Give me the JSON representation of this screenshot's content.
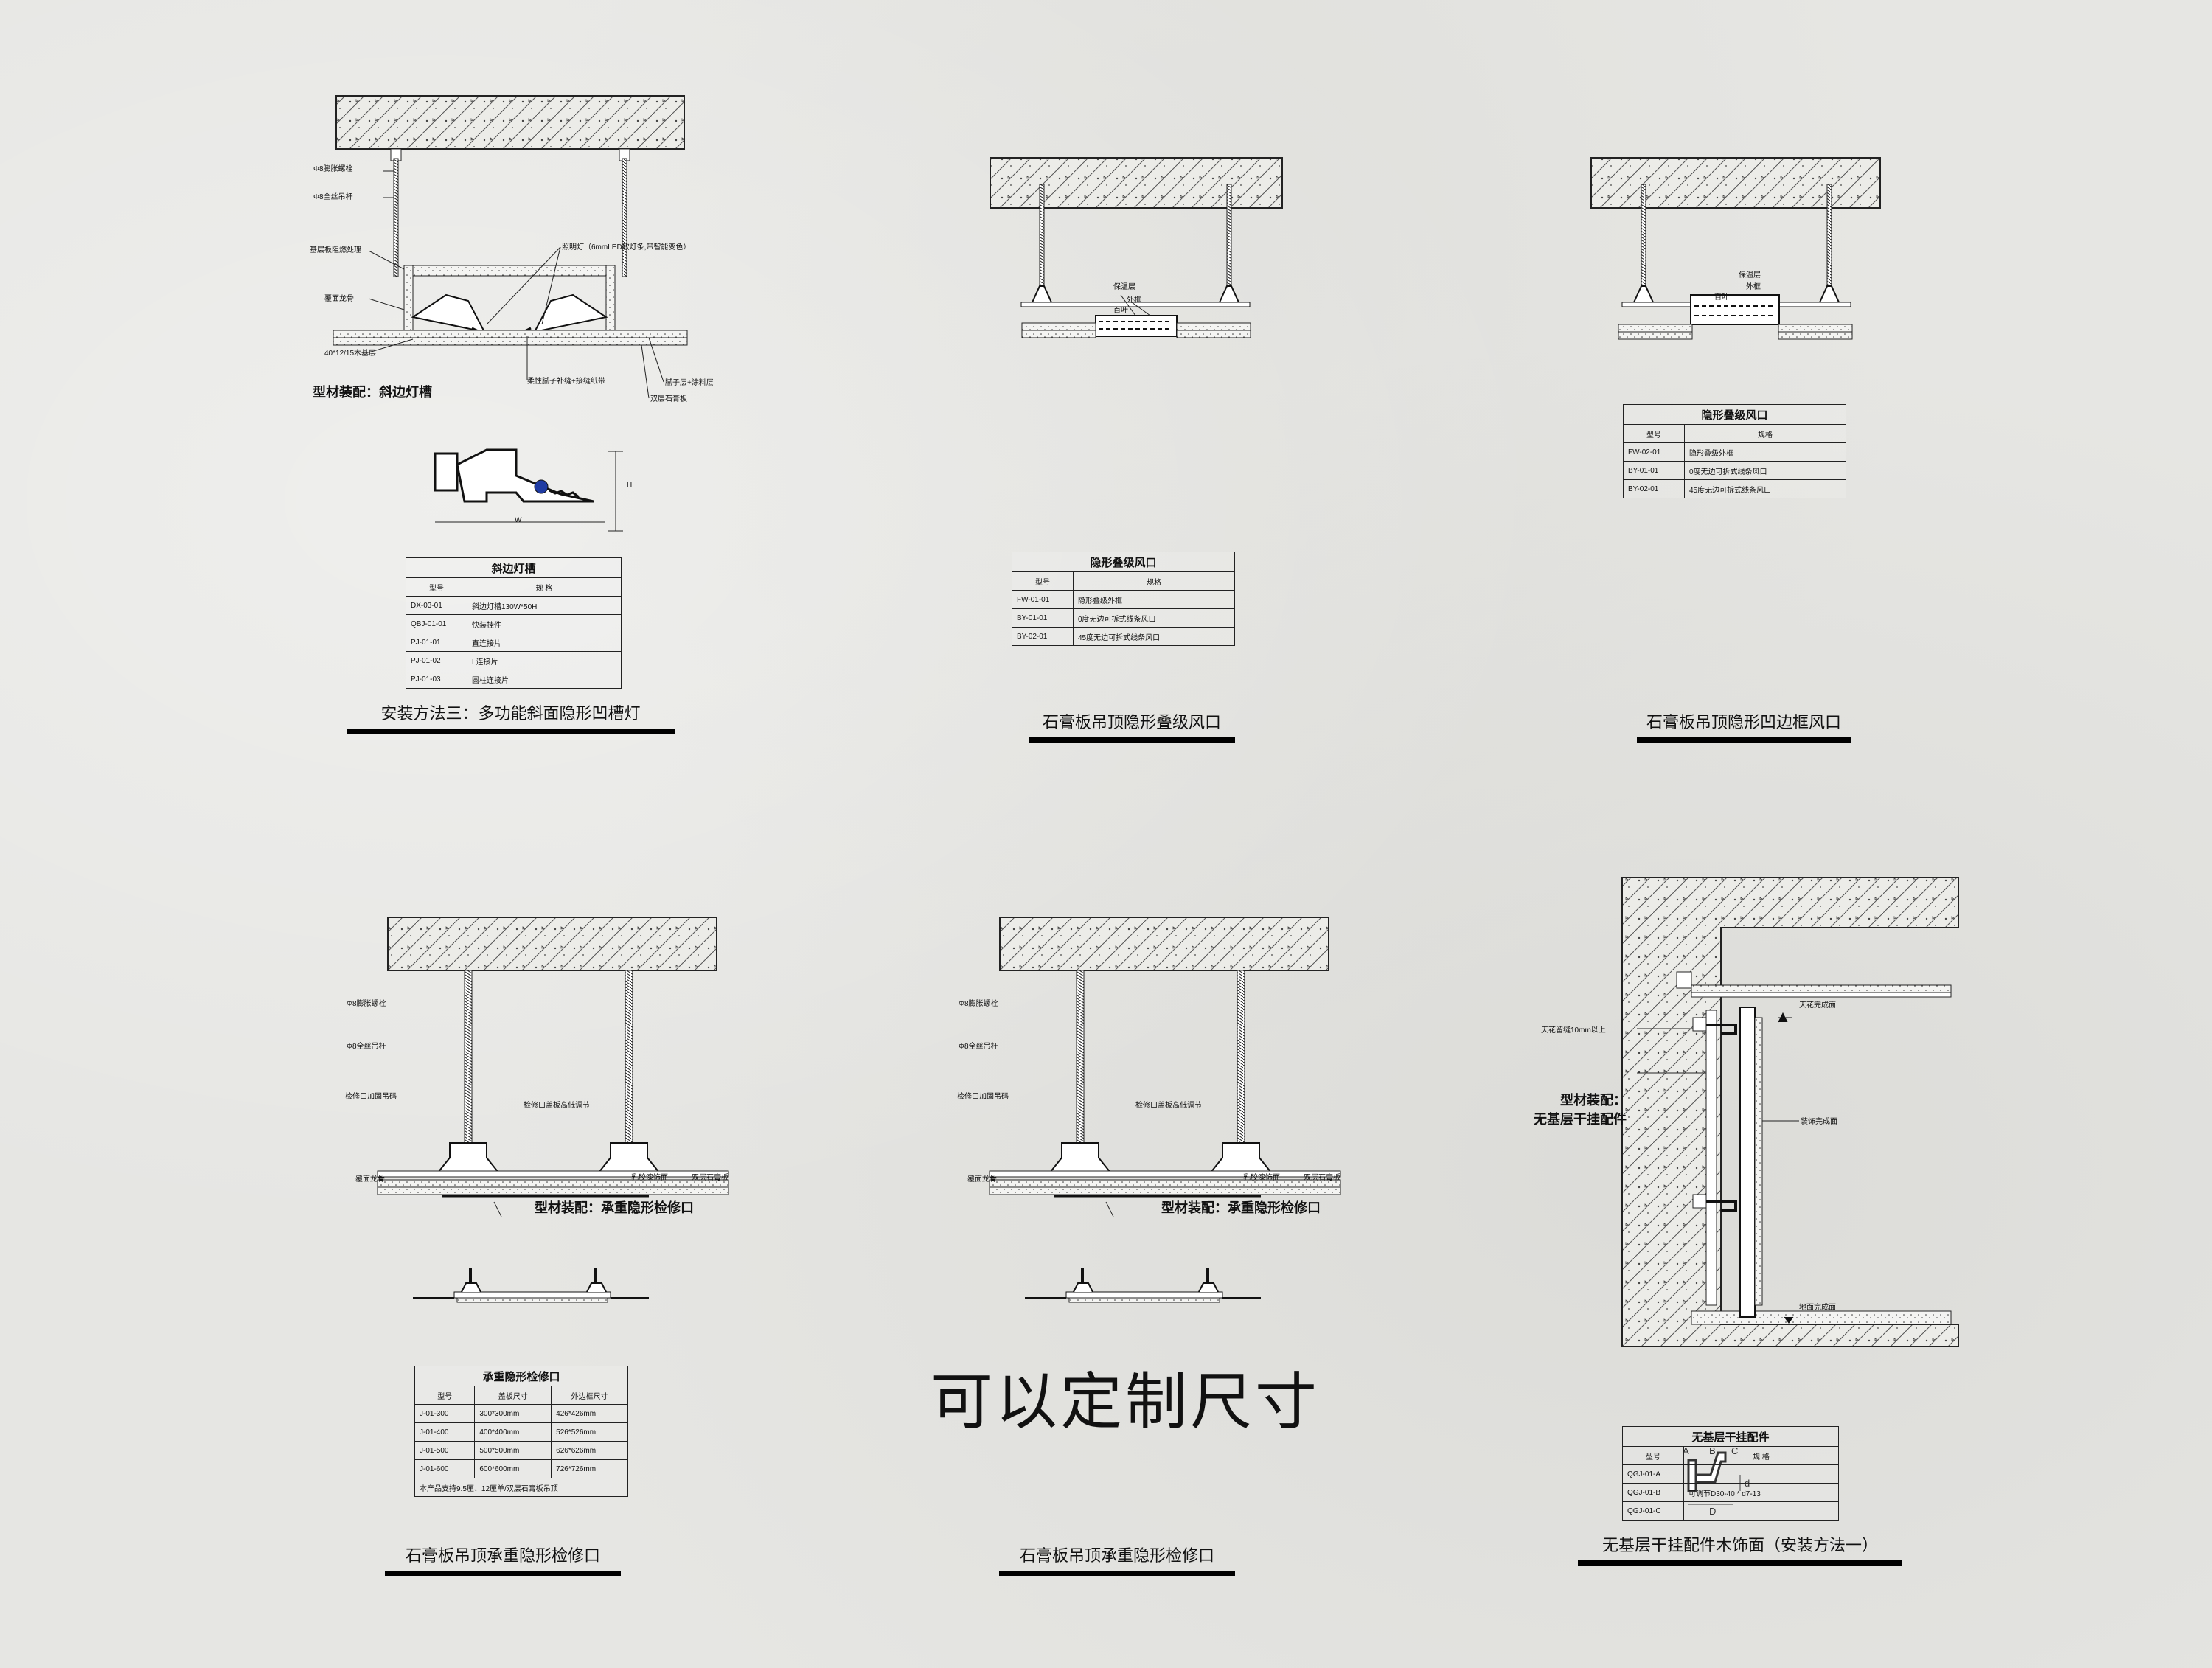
{
  "heading": "可以定制尺寸",
  "panels": {
    "slope": {
      "callouts": [
        "Φ8膨胀螺栓",
        "Φ8全丝吊杆",
        "基层板阻燃处理",
        "覆面龙骨",
        "40*12/15木基层",
        "照明灯（6mmLED软灯条,带智能变色）",
        "柔性腻子补缝+接缝纸带",
        "腻子层+涂料层",
        "双层石膏板"
      ],
      "assembly": "型材装配：斜边灯槽",
      "profile_dims": [
        "W",
        "H"
      ],
      "table": {
        "title": "斜边灯槽",
        "headers": [
          "型号",
          "规 格"
        ],
        "rows": [
          [
            "DX-03-01",
            "斜边灯槽130W*50H"
          ],
          [
            "QBJ-01-01",
            "快装挂件"
          ],
          [
            "PJ-01-01",
            "直连接片"
          ],
          [
            "PJ-01-02",
            "L连接片"
          ],
          [
            "PJ-01-03",
            "圆柱连接片"
          ]
        ]
      },
      "caption": "安装方法三：多功能斜面隐形凹槽灯"
    },
    "vent1": {
      "callouts": [
        "保温层",
        "外框",
        "百叶"
      ],
      "table": {
        "title": "隐形叠级风口",
        "headers": [
          "型号",
          "规格"
        ],
        "rows": [
          [
            "FW-01-01",
            "隐形叠级外框"
          ],
          [
            "BY-01-01",
            "0度无边可拆式线条风口"
          ],
          [
            "BY-02-01",
            "45度无边可拆式线条风口"
          ]
        ]
      },
      "caption": "石膏板吊顶隐形叠级风口"
    },
    "vent2": {
      "callouts": [
        "保温层",
        "外框",
        "百叶"
      ],
      "table": {
        "title": "隐形叠级风口",
        "headers": [
          "型号",
          "规格"
        ],
        "rows": [
          [
            "FW-02-01",
            "隐形叠级外框"
          ],
          [
            "BY-01-01",
            "0度无边可拆式线条风口"
          ],
          [
            "BY-02-01",
            "45度无边可拆式线条风口"
          ]
        ]
      },
      "caption": "石膏板吊顶隐形凹边框风口"
    },
    "hatch1": {
      "callouts": [
        "Φ8膨胀螺栓",
        "Φ8全丝吊杆",
        "检修口加固吊码",
        "检修口盖板高低调节",
        "覆面龙骨",
        "乳胶漆饰面",
        "双层石膏板"
      ],
      "assembly": "型材装配：承重隐形检修口",
      "table": {
        "title": "承重隐形检修口",
        "headers": [
          "型号",
          "盖板尺寸",
          "外边框尺寸"
        ],
        "rows": [
          [
            "J-01-300",
            "300*300mm",
            "426*426mm"
          ],
          [
            "J-01-400",
            "400*400mm",
            "526*526mm"
          ],
          [
            "J-01-500",
            "500*500mm",
            "626*626mm"
          ],
          [
            "J-01-600",
            "600*600mm",
            "726*726mm"
          ]
        ],
        "note": "本产品支持9.5厘、12厘单/双层石膏板吊顶"
      },
      "caption": "石膏板吊顶承重隐形检修口"
    },
    "hatch2": {
      "callouts": [
        "Φ8膨胀螺栓",
        "Φ8全丝吊杆",
        "检修口加固吊码",
        "检修口盖板高低调节",
        "覆面龙骨",
        "乳胶漆饰面",
        "双层石膏板"
      ],
      "assembly": "型材装配：承重隐形检修口",
      "caption": "石膏板吊顶承重隐形检修口"
    },
    "hanger": {
      "callouts": [
        "天花留缝10mm以上",
        "天花完成面",
        "装饰完成面",
        "地面完成面"
      ],
      "assembly_line1": "型材装配：",
      "assembly_line2": "无基层干挂配件",
      "profile_labels": [
        "A",
        "B",
        "C",
        "D",
        "d"
      ],
      "table": {
        "title": "无基层干挂配件",
        "headers": [
          "型号",
          "规 格"
        ],
        "rows": [
          [
            "QGJ-01-A",
            ""
          ],
          [
            "QGJ-01-B",
            "可调节D30-40 * d7-13"
          ],
          [
            "QGJ-01-C",
            ""
          ]
        ]
      },
      "caption": "无基层干挂配件木饰面（安装方法一）"
    }
  }
}
